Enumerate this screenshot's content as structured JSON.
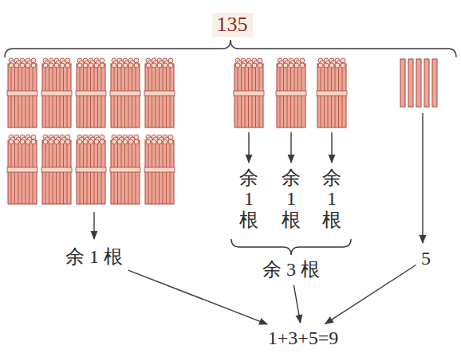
{
  "diagram": {
    "title": "135",
    "nodes": [
      {
        "text": [
          "余 1 根"
        ]
      },
      {
        "text": [
          "余1根"
        ]
      },
      {
        "text": [
          "余1根"
        ]
      },
      {
        "text": [
          "余1根"
        ]
      },
      {
        "text": [
          "余 3 根"
        ]
      },
      {
        "text": [
          "5"
        ]
      },
      {
        "text": [
          "1+3+5=9"
        ]
      }
    ],
    "edges": [
      {
        "from": 0,
        "to": 6,
        "arrow": "to"
      },
      {
        "from": 4,
        "to": 6,
        "arrow": "to"
      },
      {
        "from": 5,
        "to": 6,
        "arrow": "to"
      }
    ]
  }
}
